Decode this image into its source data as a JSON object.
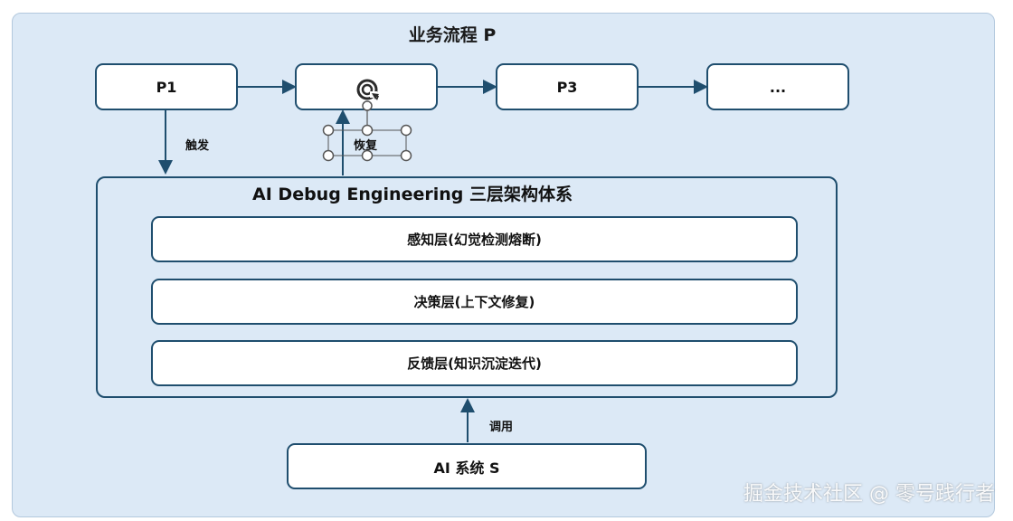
{
  "title": "业务流程 P",
  "process": {
    "p1": "P1",
    "p2_icon": "refresh-icon",
    "p3": "P3",
    "more": "..."
  },
  "edges": {
    "trigger": "触发",
    "recover": "恢复",
    "invoke": "调用"
  },
  "framework": {
    "title": "AI Debug Engineering 三层架构体系",
    "layers": [
      "感知层(幻觉检测熔断)",
      "决策层(上下文修复)",
      "反馈层(知识沉淀迭代)"
    ]
  },
  "system": {
    "label": "AI 系统 S"
  },
  "watermark": "掘金技术社区 @ 零号践行者",
  "colors": {
    "panel_bg": "#dce9f6",
    "box_border": "#1f4e6e",
    "arrow": "#1f4e6e"
  }
}
